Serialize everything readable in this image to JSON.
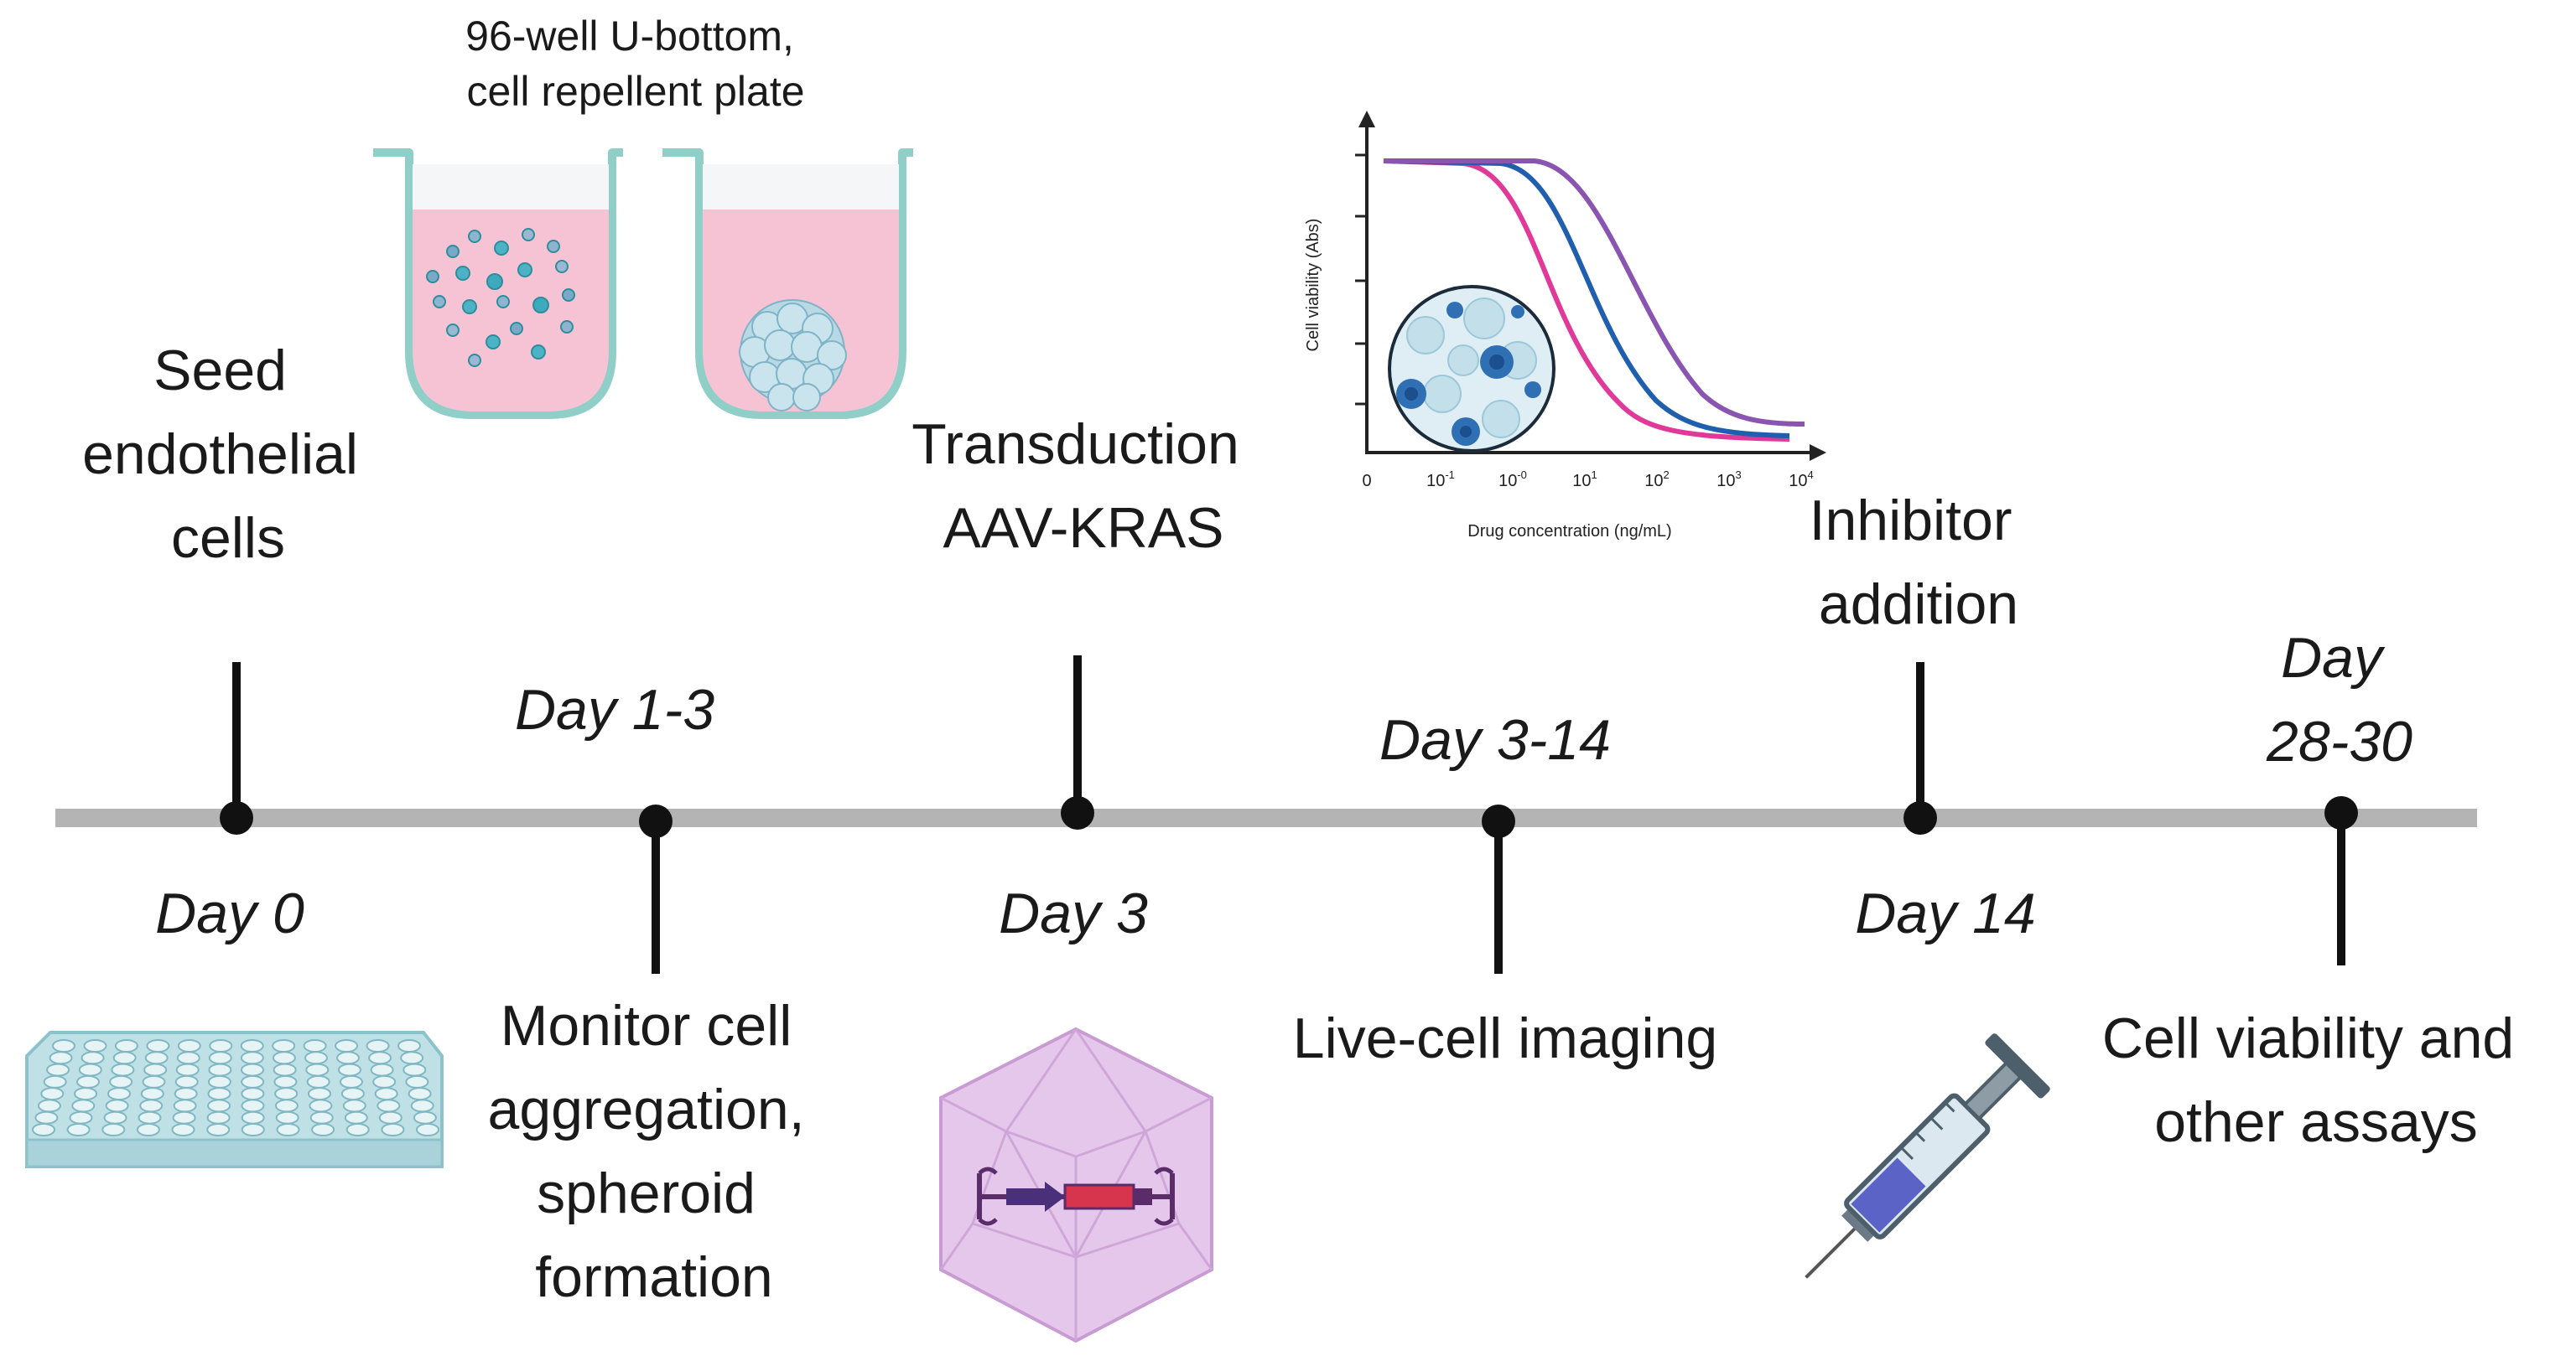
{
  "plate_caption": [
    "96-well U-bottom,",
    "cell repellent plate"
  ],
  "events": {
    "seed": {
      "label": [
        "Seed",
        "endothelial",
        "cells"
      ],
      "day": "Day 0"
    },
    "monitor": {
      "label": [
        "Monitor cell",
        "aggregation,",
        "spheroid",
        "formation"
      ],
      "day": "Day 1-3"
    },
    "transduction": {
      "label": [
        "Transduction",
        "AAV-KRAS"
      ],
      "day": "Day 3"
    },
    "imaging": {
      "label": [
        "Live-cell imaging"
      ],
      "day": "Day 3-14"
    },
    "inhibitor": {
      "label": [
        "Inhibitor",
        "addition"
      ],
      "day": "Day 14"
    },
    "assays": {
      "label": [
        "Cell viability and",
        "other assays"
      ],
      "day": [
        "Day",
        "28-30"
      ]
    }
  },
  "dose_chart": {
    "ylabel": "Cell viability (Abs)",
    "xlabel": "Drug concentration (ng/mL)",
    "x_ticks": [
      {
        "base": "0",
        "exp": ""
      },
      {
        "base": "10",
        "exp": "-1"
      },
      {
        "base": "10",
        "exp": "-0"
      },
      {
        "base": "10",
        "exp": "1"
      },
      {
        "base": "10",
        "exp": "2"
      },
      {
        "base": "10",
        "exp": "3"
      },
      {
        "base": "10",
        "exp": "4"
      }
    ],
    "series_colors": [
      "#e0399a",
      "#1f5fae",
      "#8a55b0"
    ]
  },
  "colors": {
    "timeline": "#b4b4b4",
    "marker": "#111111",
    "medium": "#f6c3d4",
    "well_outline": "#8fcfc8"
  }
}
